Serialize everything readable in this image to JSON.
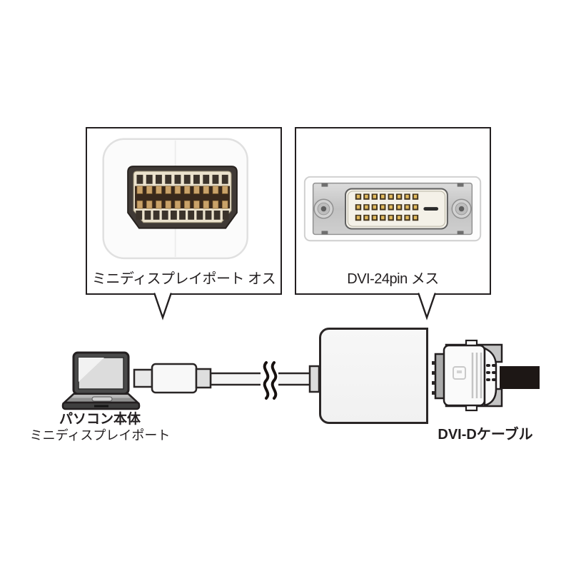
{
  "page": {
    "type": "product-connection-diagram",
    "background": "#ffffff"
  },
  "callouts": {
    "mini_dp": {
      "label": "ミニディスプレイポート オス",
      "photo_icon": "mini-displayport-male-connector-photo"
    },
    "dvi": {
      "label": "DVI-24pin メス",
      "photo_icon": "dvi-24pin-female-connector-photo"
    }
  },
  "diagram": {
    "laptop": {
      "title": "パソコン本体",
      "subtitle": "ミニディスプレイポート",
      "icon": "laptop-icon"
    },
    "mini_dp_plug": {
      "icon": "mini-displayport-plug-icon"
    },
    "cable_break": {
      "icon": "cable-break-icon"
    },
    "adapter": {
      "icon": "adapter-body"
    },
    "dvi_cable": {
      "label": "DVI-Dケーブル",
      "icon": "dvi-d-plug-icon"
    }
  },
  "colors": {
    "outline": "#231f20",
    "background": "#ffffff",
    "connector_white": "#fafafa",
    "metal_silver": "#c6c6c6",
    "pin_gold": "#c9a269",
    "insulator_cream": "#ebe2cd",
    "socket_brown": "#39291c",
    "cable_black": "#1d1715",
    "light_gray": "#e9e9e9"
  }
}
